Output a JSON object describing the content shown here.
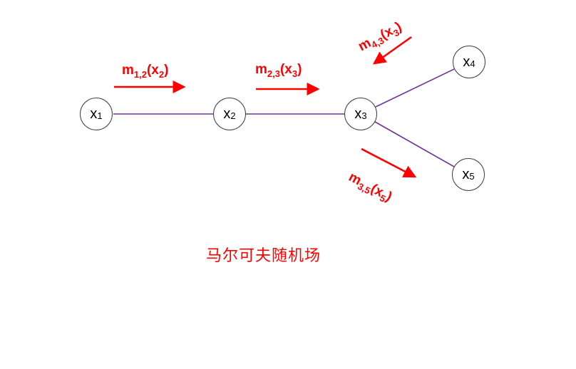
{
  "caption": "马尔可夫随机场",
  "colors": {
    "edge": "#7030a0",
    "arrow": "#ff0000",
    "node_border": "#3f3f3f",
    "node_text": "#000000",
    "background": "#ffffff"
  },
  "nodes": [
    {
      "name": "x",
      "sub": "1"
    },
    {
      "name": "x",
      "sub": "2"
    },
    {
      "name": "x",
      "sub": "3"
    },
    {
      "name": "x",
      "sub": "4"
    },
    {
      "name": "x",
      "sub": "5"
    }
  ],
  "messages": [
    {
      "name": "m",
      "sub": "1,2",
      "arg": "(x",
      "argsub": "2",
      "close": ")"
    },
    {
      "name": "m",
      "sub": "2,3",
      "arg": "(x",
      "argsub": "3",
      "close": ")"
    },
    {
      "name": "m",
      "sub": "4,3",
      "arg": "(x",
      "argsub": "3",
      "close": ")"
    },
    {
      "name": "m",
      "sub": "3,5",
      "arg": "(x",
      "argsub": "5",
      "close": ")"
    }
  ]
}
